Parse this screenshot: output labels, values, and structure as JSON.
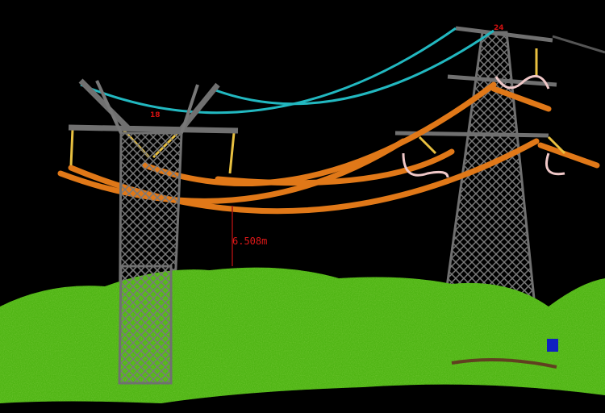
{
  "scene": {
    "tower_labels": [
      "18",
      "24"
    ],
    "clearance_measurement": "6.508m",
    "colors": {
      "background": "#000000",
      "tower": "#6e6e6e",
      "ground_wire": "#22b8c0",
      "conductor": "#e07818",
      "insulator_yellow": "#e8c040",
      "insulator_pink": "#f0c8c8",
      "vegetation": "#5cc81c",
      "measurement": "#d01010"
    }
  }
}
